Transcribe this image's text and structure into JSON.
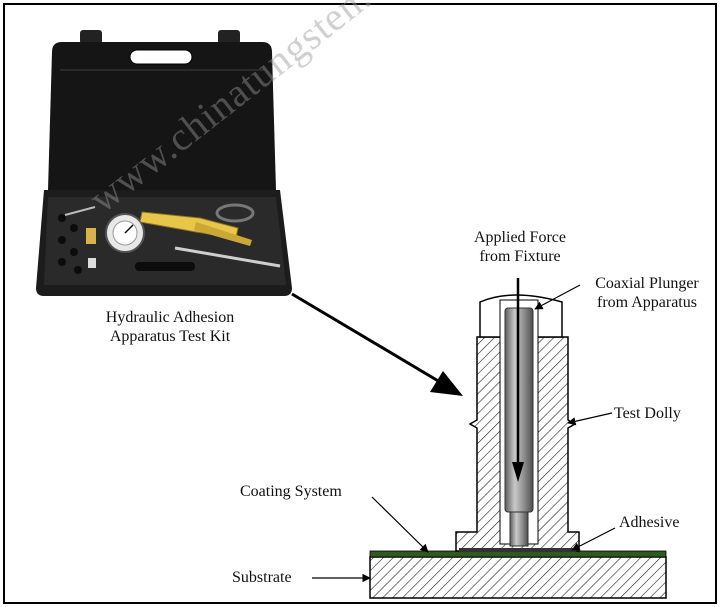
{
  "labels": {
    "kit_line1": "Hydraulic Adhesion",
    "kit_line2": "Apparatus Test Kit",
    "force_line1": "Applied Force",
    "force_line2": "from Fixture",
    "plunger_line1": "Coaxial Plunger",
    "plunger_line2": "from Apparatus",
    "test_dolly": "Test Dolly",
    "coating_system": "Coating System",
    "adhesive": "Adhesive",
    "substrate": "Substrate"
  },
  "watermark": "www.chinatungsten.com",
  "colors": {
    "case": "#151515",
    "coating": "#2f5a1f",
    "plunger": "#8a8a8a",
    "tool_yellow": "#e8c64a"
  }
}
